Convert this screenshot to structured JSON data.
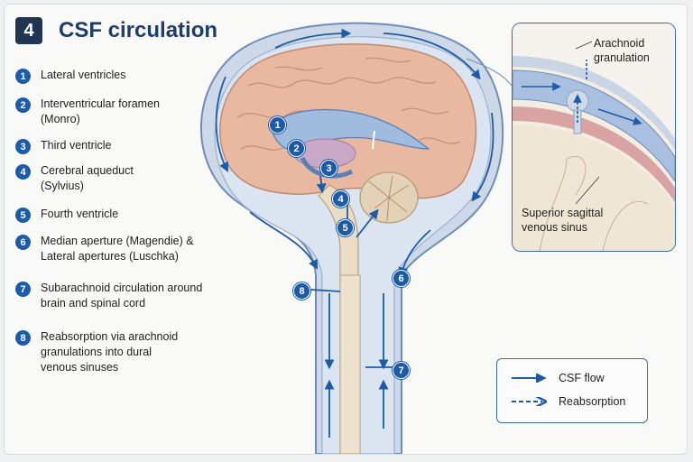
{
  "header": {
    "number": "4",
    "title": "CSF circulation"
  },
  "steps": [
    {
      "num": "1",
      "text": "Lateral ventricles"
    },
    {
      "num": "2",
      "text": "Interventricular foramen (Monro)"
    },
    {
      "num": "3",
      "text": "Third ventricle"
    },
    {
      "num": "4",
      "text": "Cerebral aqueduct (Sylvius)"
    },
    {
      "num": "5",
      "text": "Fourth ventricle"
    },
    {
      "num": "6",
      "text": "Median aperture (Magendie) & Lateral apertures (Luschka)"
    },
    {
      "num": "7",
      "text": "Subarachnoid circulation around brain and spinal cord"
    },
    {
      "num": "8",
      "text": "Reabsorption via arachnoid granulations into dural venous sinuses"
    }
  ],
  "inset": {
    "top_label": "Arachnoid granulation",
    "bottom_label": "Superior sagittal venous sinus"
  },
  "flow_legend": {
    "solid_label": "CSF flow",
    "dashed_label": "Reabsorption"
  },
  "diagram_markers": [
    "1",
    "2",
    "3",
    "4",
    "5",
    "6",
    "8",
    "7"
  ],
  "colors": {
    "flow": "#1d5aa8",
    "title": "#1d3d6b",
    "brain": "#e8b9a0",
    "csf": "#b9cde6"
  }
}
